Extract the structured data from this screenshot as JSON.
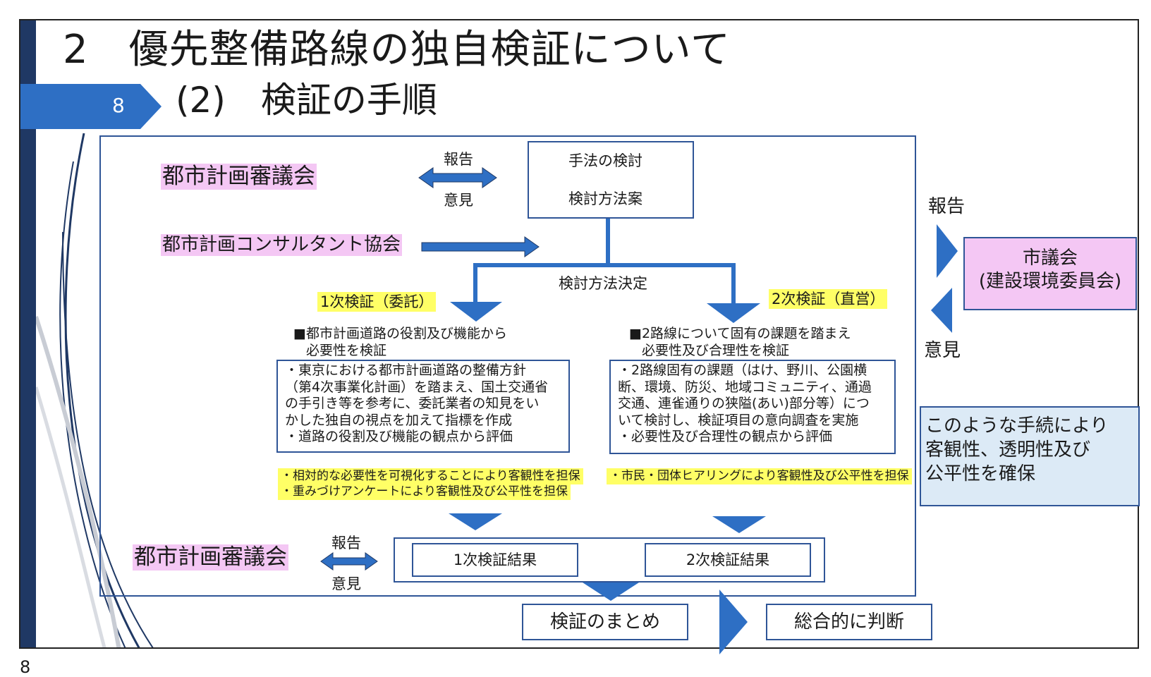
{
  "title": {
    "line1": "2　優先整備路線の独自検証について",
    "line2": "(2)　検証の手順"
  },
  "page_tag": "8",
  "footer_page": "8",
  "colors": {
    "navy": "#1f3864",
    "blue": "#2e6fc4",
    "pink": "#f4c7f4",
    "yellow": "#ffff66",
    "lightblue": "#dceaf6"
  },
  "top": {
    "council": "都市計画審議会",
    "report": "報告",
    "opinion": "意見",
    "method_box": {
      "line1": "手法の検討",
      "line2": "検討方法案"
    },
    "consultant": "都市計画コンサルタント協会",
    "decision": "検討方法決定"
  },
  "first": {
    "label": "1次検証（委託）",
    "heading": [
      "■都市計画道路の役割及び機能から",
      "必要性を検証"
    ],
    "body": [
      "・東京における都市計画道路の整備方針",
      "（第4次事業化計画）を踏まえ、国土交通省",
      "の手引き等を参考に、委託業者の知見をい",
      "かした独自の視点を加えて指標を作成",
      "・道路の役割及び機能の観点から評価"
    ],
    "notes": [
      "・相対的な必要性を可視化することにより客観性を担保",
      "・重みづけアンケートにより客観性及び公平性を担保"
    ],
    "result": "1次検証結果"
  },
  "second": {
    "label": "2次検証（直営）",
    "heading": [
      "■2路線について固有の課題を踏まえ",
      "必要性及び合理性を検証"
    ],
    "body": [
      "・2路線固有の課題（はけ、野川、公園横",
      "断、環境、防災、地域コミュニティ、通過",
      "交通、連雀通りの狭隘(あい)部分等）につ",
      "いて検討し、検証項目の意向調査を実施",
      "・必要性及び合理性の観点から評価"
    ],
    "note": "・市民・団体ヒアリングにより客観性及び公平性を担保",
    "result": "2次検証結果"
  },
  "bottom": {
    "council": "都市計画審議会",
    "report": "報告",
    "opinion": "意見",
    "summary": "検証のまとめ",
    "judgement": "総合的に判断"
  },
  "right": {
    "report": "報告",
    "opinion": "意見",
    "city_council": {
      "line1": "市議会",
      "line2": "(建設環境委員会)"
    },
    "conclusion": [
      "このような手続により",
      "客観性、透明性及び",
      "公平性を確保"
    ]
  }
}
